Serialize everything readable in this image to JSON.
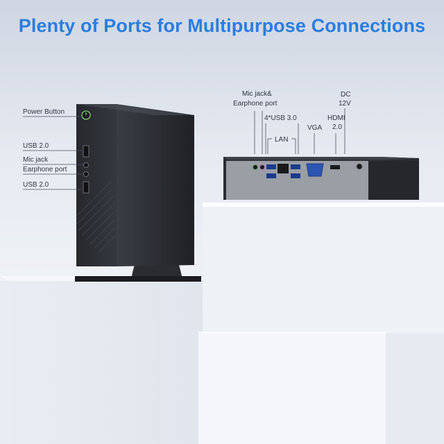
{
  "headline": "Plenty of Ports for Multipurpose Connections",
  "left_labels": {
    "power_button": "Power Button",
    "usb_top": "USB 2.0",
    "mic_jack": "Mic jack",
    "earphone_port": "Earphone port",
    "usb_bottom": "USB 2.0"
  },
  "rear_labels": {
    "mic_earphone_line1": "Mic jack&",
    "mic_earphone_line2": "Earphone port",
    "usb3": "4*USB 3.0",
    "lan": "LAN",
    "vga": "VGA",
    "hdmi_line1": "HDMI",
    "hdmi_line2": "2.0",
    "dc_line1": "DC",
    "dc_line2": "12V"
  },
  "colors": {
    "headline": "#2a7de0",
    "case_dark": "#2c2f35",
    "annotation_line": "#4a5060"
  },
  "icons": [
    "power-icon",
    "usb-port-icon",
    "audio-jack-icon",
    "lan-port-icon",
    "vga-port-icon",
    "hdmi-port-icon",
    "dc-jack-icon"
  ]
}
